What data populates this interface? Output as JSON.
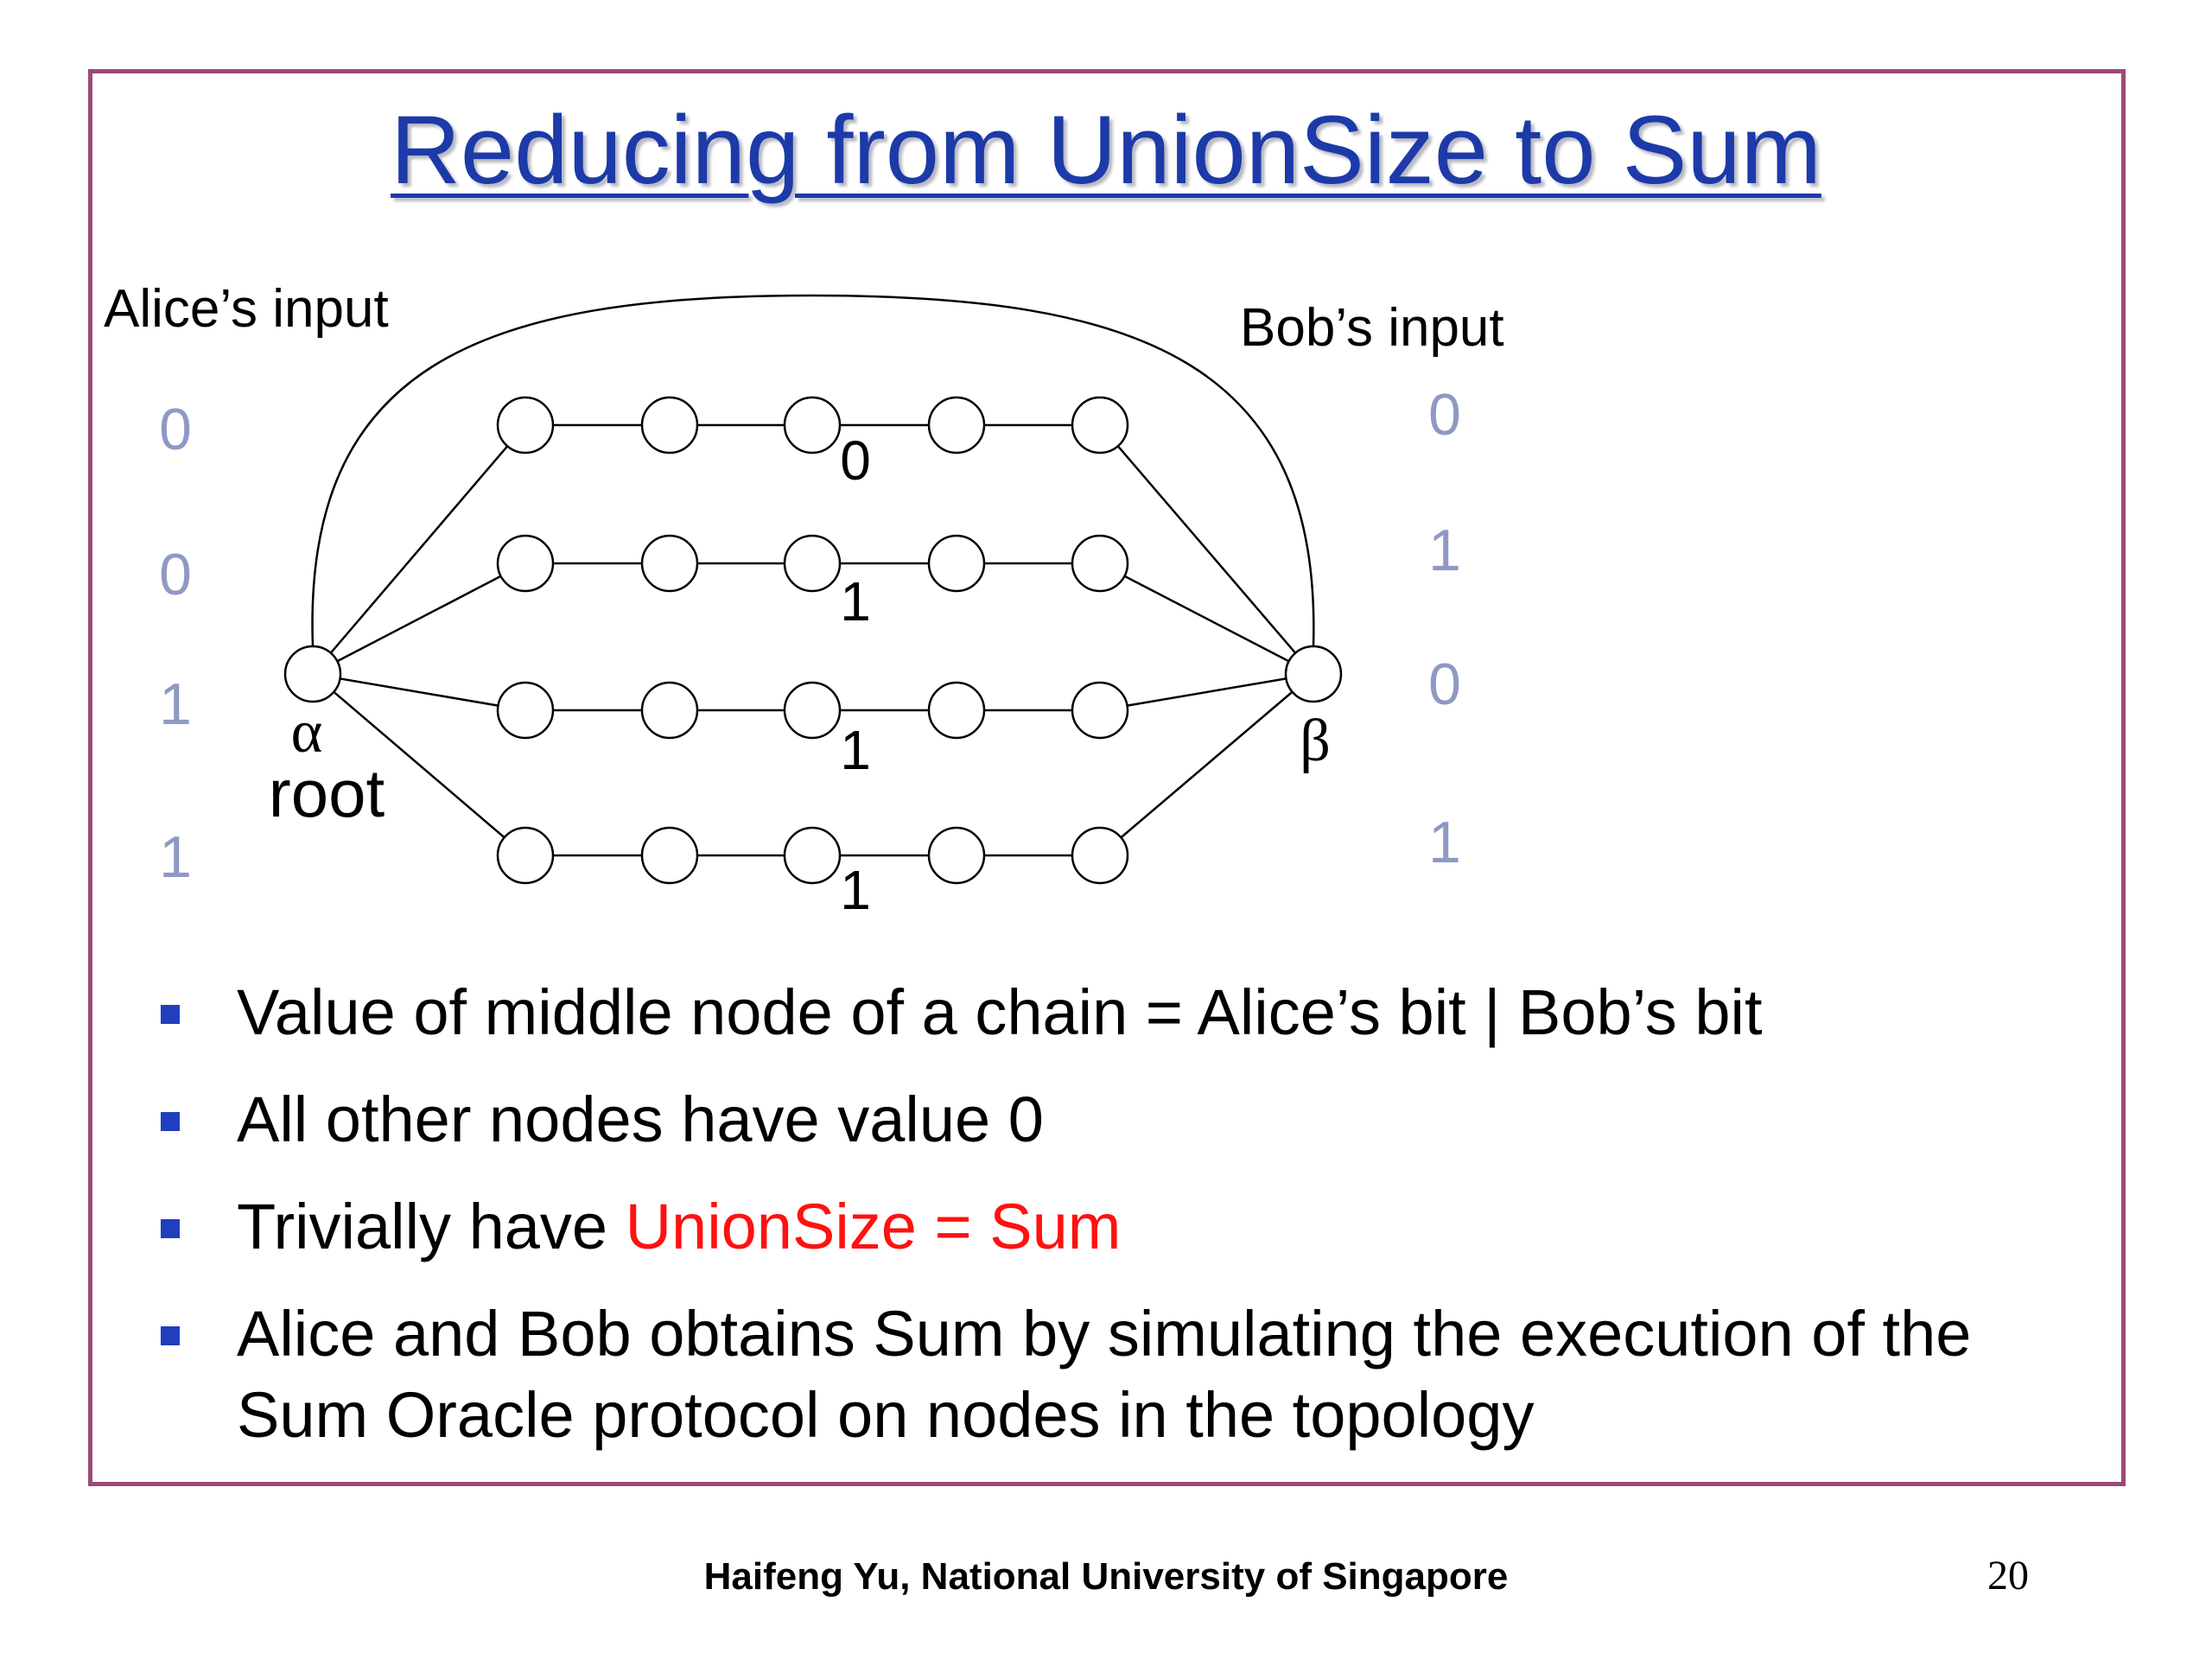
{
  "slide": {
    "title": "Reducing from UnionSize to Sum"
  },
  "diagram": {
    "alice_label": "Alice’s input",
    "bob_label": "Bob’s input",
    "alice_bits": [
      "0",
      "0",
      "1",
      "1"
    ],
    "bob_bits": [
      "0",
      "1",
      "0",
      "1"
    ],
    "middle_values": [
      "0",
      "1",
      "1",
      "1"
    ],
    "alpha_label": "α",
    "root_label": "root",
    "beta_label": "β",
    "colors": {
      "input_bits": "#8e99c4",
      "edges": "#000000"
    }
  },
  "bullets": [
    {
      "parts": [
        {
          "text": "Value of middle node of a chain = Alice’s bit | Bob’s bit"
        }
      ]
    },
    {
      "parts": [
        {
          "text": "All other nodes have value 0"
        }
      ]
    },
    {
      "parts": [
        {
          "text": "Trivially have "
        },
        {
          "text": "UnionSize = Sum",
          "color": "red"
        }
      ]
    },
    {
      "parts": [
        {
          "text": "Alice and Bob obtains Sum by simulating the execution of the Sum Oracle protocol on nodes in the topology"
        }
      ]
    }
  ],
  "footer": {
    "author": "Haifeng Yu, National University of Singapore",
    "page_number": "20"
  },
  "colors": {
    "title": "#1c3aa8",
    "frame": "#9a4a78",
    "bullet_marker": "#1f3fbf",
    "highlight": "#ff1111"
  }
}
